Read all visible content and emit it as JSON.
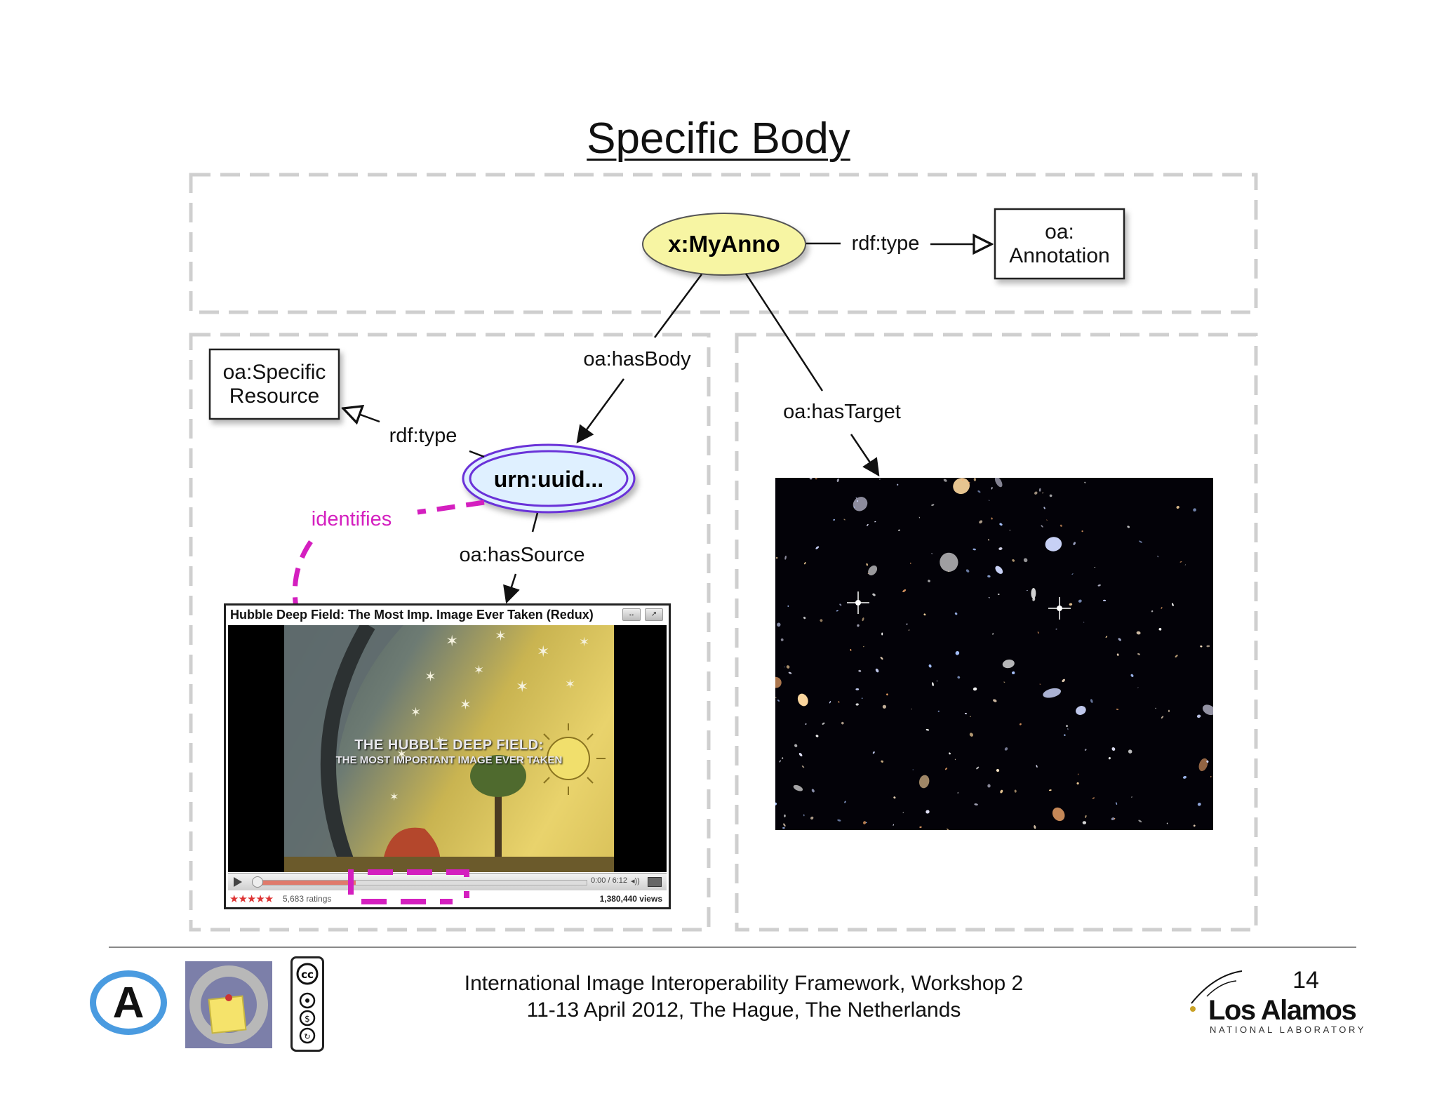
{
  "slide": {
    "title": "Specific Body",
    "page_number": "14"
  },
  "diagram": {
    "nodes": {
      "annotation": "x:MyAnno",
      "annotation_type": [
        "oa:",
        "Annotation"
      ],
      "body": "urn:uuid...",
      "body_type": [
        "oa:Specific",
        "Resource"
      ]
    },
    "edges": {
      "type_top": "rdf:type",
      "has_body": "oa:hasBody",
      "has_target": "oa:hasTarget",
      "type_body": "rdf:type",
      "has_source": "oa:hasSource",
      "identifies": "identifies"
    },
    "colors": {
      "annotation_fill": "#f7f5a3",
      "body_ring": "#6a32d8",
      "body_fill": "#dff0ff",
      "identifies": "#d41fbf",
      "dashed_border": "#cfcfcf"
    }
  },
  "video_player": {
    "title": "Hubble Deep Field: The Most Imp. Image Ever Taken (Redux)",
    "button_expand": "↔",
    "button_block": "↗",
    "overlay_line1": "THE HUBBLE DEEP FIELD:",
    "overlay_line2": "THE MOST IMPORTANT IMAGE EVER TAKEN",
    "time": "0:00 / 6:12",
    "stars": "★★★★★",
    "ratings": "5,683 ratings",
    "views": "1,380,440 views",
    "icons": [
      "play-icon",
      "volume-icon",
      "fullscreen-icon"
    ]
  },
  "footer": {
    "event_line1": "International Image Interoperability Framework, Workshop 2",
    "event_line2": "11-13 April 2012, The Hague, The Netherlands",
    "lab_name": "Los Alamos",
    "lab_sub": "NATIONAL LABORATORY",
    "logo_letter": "A"
  }
}
